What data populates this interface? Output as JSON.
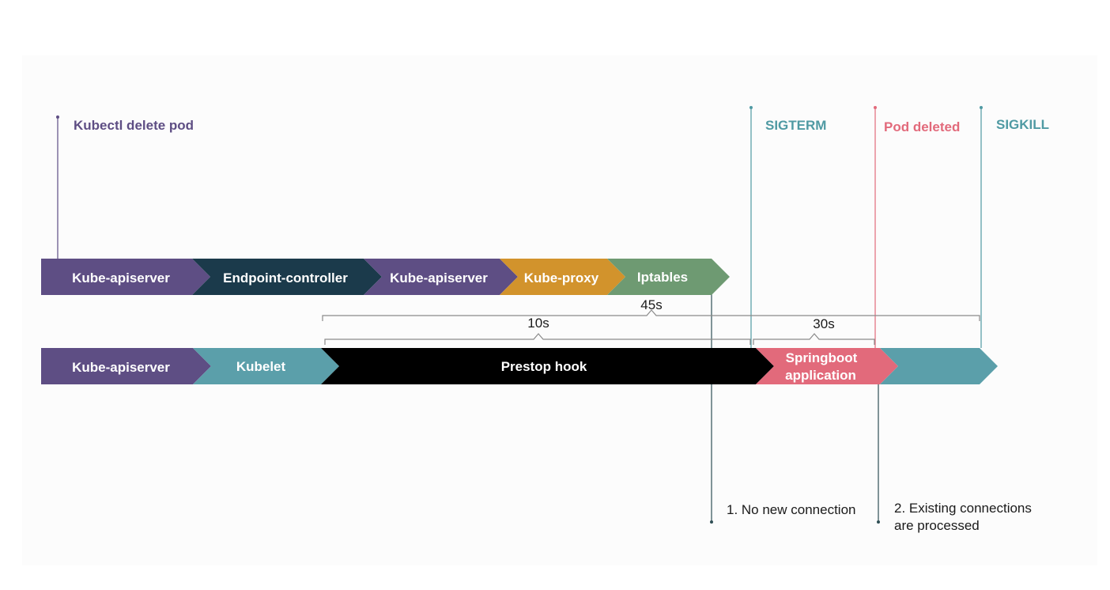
{
  "events": {
    "kubectl_delete_pod": "Kubectl delete pod",
    "sigterm": "SIGTERM",
    "pod_deleted": "Pod deleted",
    "sigkill": "SIGKILL"
  },
  "pipeline_top": [
    {
      "label": "Kube-apiserver",
      "color": "#5e4e84"
    },
    {
      "label": "Endpoint-controller",
      "color": "#1b3a4b"
    },
    {
      "label": "Kube-apiserver",
      "color": "#5e4e84"
    },
    {
      "label": "Kube-proxy",
      "color": "#d2932c"
    },
    {
      "label": "Iptables",
      "color": "#6e9a72"
    }
  ],
  "pipeline_bottom": [
    {
      "label": "Kube-apiserver",
      "color": "#5e4e84"
    },
    {
      "label": "Kubelet",
      "color": "#5b9faa"
    },
    {
      "label": "Prestop hook",
      "color": "#000000"
    },
    {
      "label_line1": "Springboot",
      "label_line2": "application",
      "color": "#e26a7b"
    },
    {
      "label": "",
      "color": "#5b9faa"
    }
  ],
  "durations": {
    "total": "45s",
    "prestop": "10s",
    "grace": "30s"
  },
  "notes": {
    "no_new_connection": "1. No new connection",
    "existing_line1": "2. Existing connections",
    "existing_line2": "are processed"
  },
  "colors": {
    "purple": "#5e4e84",
    "teal": "#4f9aa3",
    "pink": "#e26a7b",
    "bracket": "#8a8a8a"
  }
}
